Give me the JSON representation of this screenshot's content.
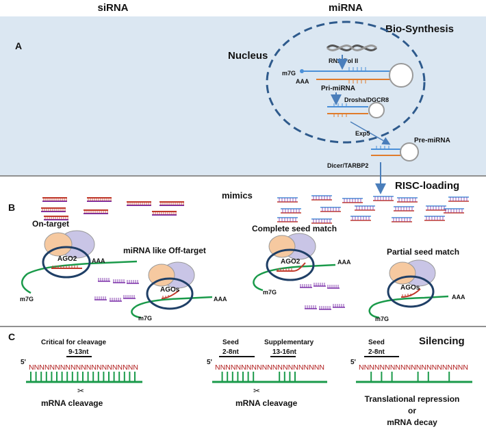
{
  "header": {
    "left": "siRNA",
    "right": "miRNA"
  },
  "panel_a": {
    "letter": "A",
    "biosynthesis": "Bio-Synthesis",
    "nucleus": "Nucleus",
    "rna_pol": "RNA Pol II",
    "m7g": "m7G",
    "aaa": "AAA",
    "pri_mirna": "Pri-miRNA",
    "drosha": "Drosha/DGCR8",
    "exp5": "Exp5",
    "pre_mirna": "Pre-miRNA",
    "dicer": "Dicer/TARBP2",
    "colors": {
      "band": "#dbe7f2",
      "membrane": "#2e5a8c",
      "arrow": "#4a7ebb",
      "sense": "#4a8fd8",
      "antisense": "#e07b2a"
    }
  },
  "panel_b": {
    "letter": "B",
    "risc_loading": "RISC-loading",
    "mimics": "mimics",
    "on_target": "On-target",
    "ago2": "AGO2",
    "aaa": "AAA",
    "m7g": "m7G",
    "mirna_like": "miRNA like Off-target",
    "agos": "AGOs",
    "complete_seed": "Complete seed match",
    "partial_seed": "Partial seed match",
    "colors": {
      "mrna": "#1a9a4a",
      "guide": "#c0392b",
      "ago_ring": "#1f3f66",
      "lobe_orange": "#f6c9a0",
      "lobe_lavender": "#c9c5e6",
      "passenger": "#7b2fa8"
    }
  },
  "panel_c": {
    "letter": "C",
    "silencing": "Silencing",
    "five_prime": "5'",
    "critical": "Critical for cleavage",
    "range_913": "9-13nt",
    "seed": "Seed",
    "range_28": "2-8nt",
    "supplementary": "Supplementary",
    "range_1316": "13-16nt",
    "cleavage": "mRNA cleavage",
    "translational": "Translational repression",
    "or": "or",
    "decay": "mRNA decay",
    "strand_si": "NNNNNNNNNNNNNNNNNNNNN",
    "strand_mi": "NNNNNNNNNNNNNNNNNNNNN",
    "strand_part": "NNNNNNNNNNNNNNNNNNNNN"
  }
}
